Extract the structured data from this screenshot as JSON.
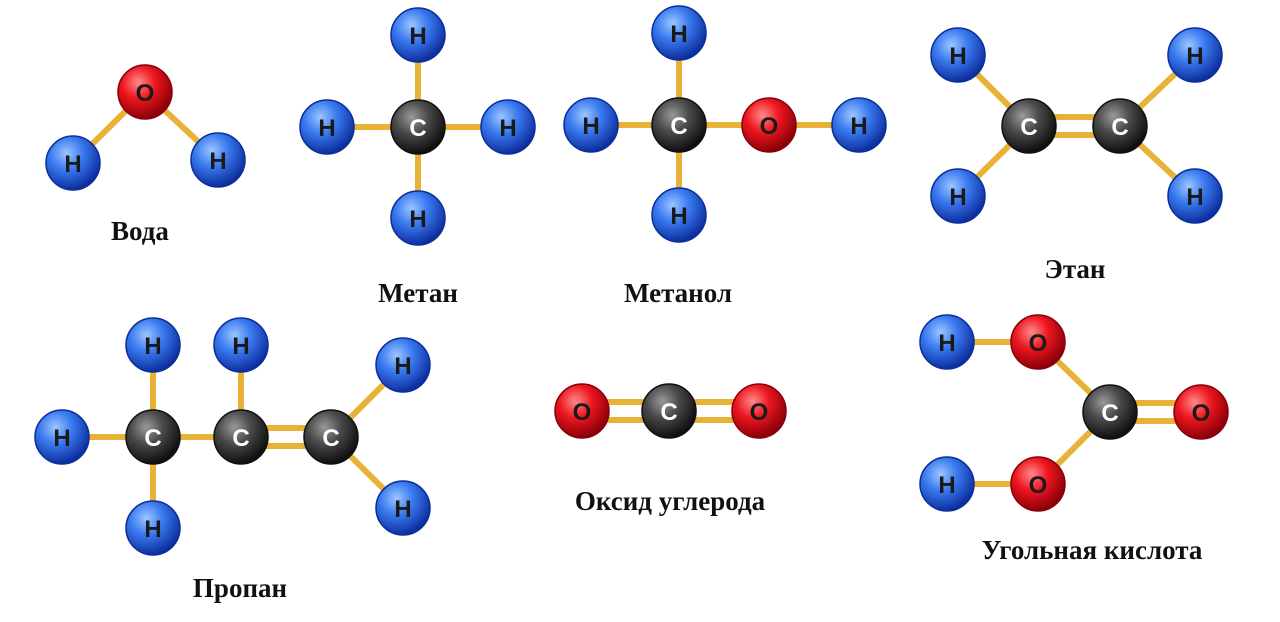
{
  "atom_styles": {
    "H": {
      "label": "H",
      "fill": "#2f6fe4",
      "rim": "#0b2f9a",
      "text": "#1a1a1a"
    },
    "O": {
      "label": "O",
      "fill": "#e8121d",
      "rim": "#8a0008",
      "text": "#1a1a1a"
    },
    "C": {
      "label": "C",
      "fill": "#444444",
      "rim": "#111111",
      "text": "#ffffff"
    }
  },
  "bond_color": "#e8b236",
  "molecules": [
    {
      "name": "water",
      "title": "Вода"
    },
    {
      "name": "methane",
      "title": "Метан"
    },
    {
      "name": "methanol",
      "title": "Метанол"
    },
    {
      "name": "ethane",
      "title": "Этан"
    },
    {
      "name": "propane",
      "title": "Пропан"
    },
    {
      "name": "carbon-oxide",
      "title": "Оксид углерода"
    },
    {
      "name": "carbonic-acid",
      "title": "Угольная кислота"
    }
  ]
}
